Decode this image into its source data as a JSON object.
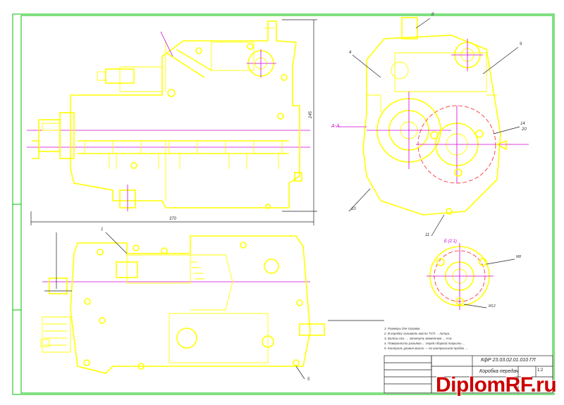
{
  "drawing": {
    "title_code": "КфР 23.03.02.01.010 ГЛ",
    "title_name": "Коробка передач",
    "sheet_scale": "1:2"
  },
  "callouts": {
    "c1": "1",
    "c4": "4",
    "c5": "5",
    "c8": "8",
    "c9": "9",
    "c10": "10",
    "c11": "11",
    "c14": "14",
    "c20": "20"
  },
  "dimensions": {
    "width_label": "370",
    "height_label": "245",
    "section_label": "А-А",
    "view_label": "Б (2:1)",
    "thread_label": "М12",
    "small_label": "М8"
  },
  "notes": [
    "1. Размеры для справок.",
    "2. В коробку заливать масло ТСП ... литра.",
    "3. Болты поз. ... затянуть моментом ... Н·м.",
    "4. Поверхности разъёма ... перед сборкой покрыть ...",
    "5. Контроль уровня масла — по контрольной пробке ..."
  ],
  "watermark": {
    "text": "DiplomRF.ru"
  },
  "colors": {
    "outline": "#ffff00",
    "axis": "#d000d0",
    "hidden": "#ff2020",
    "frame": "#00c000",
    "watermark": "#cc0000"
  }
}
